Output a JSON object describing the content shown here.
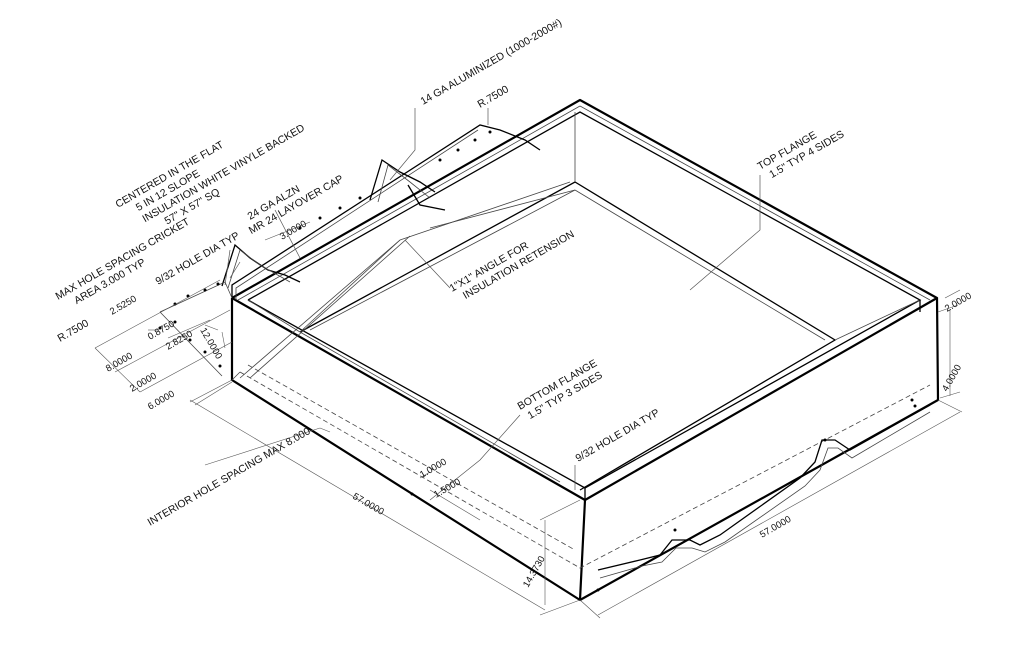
{
  "notes": {
    "centered": [
      "CENTERED IN THE FLAT",
      "5 IN 12 SLOPE",
      "INSULATION WHITE VINYLE BACKED",
      "57\" X 57\" SQ"
    ],
    "cricket": [
      "MAX HOLE SPACING CRICKET",
      "AREA 3.000 TYP"
    ],
    "cap": [
      "24 GA ALZN",
      "MR 24 LAYOVER CAP"
    ],
    "hole_top": "9/32 HOLE DIA TYP",
    "gauge": "14 GA ALUMINIZED (1000-2000#)",
    "radius_top": "R.7500",
    "top_flange": [
      "TOP FLANGE",
      "1.5\" TYP 4 SIDES"
    ],
    "angle": [
      "1\"X1\" ANGLE FOR",
      "INSULATION RETENSION"
    ],
    "bottom_flange": [
      "BOTTOM FLANGE",
      "1.5\" TYP 3 SIDES"
    ],
    "hole_bottom": "9/32 HOLE DIA TYP",
    "interior": "INTERIOR HOLE SPACING MAX 8.000",
    "radius_left": "R.7500"
  },
  "dims": {
    "d_2_5250": "2.5250",
    "d_0_8750": "0.8750",
    "d_2_8250": "2.8250",
    "d_12_0000": "12.0000",
    "d_8_0000": "8.0000",
    "d_2_0000_left": "2.0000",
    "d_6_0000": "6.0000",
    "d_3_0000": "3.0000",
    "d_2_0000_right": "2.0000",
    "d_4_0000": "4.0000",
    "d_1_0000": "1.0000",
    "d_1_5000": "1.5000",
    "d_57_left": "57.0000",
    "d_57_right": "57.0000",
    "d_14_3730": "14.3730"
  }
}
